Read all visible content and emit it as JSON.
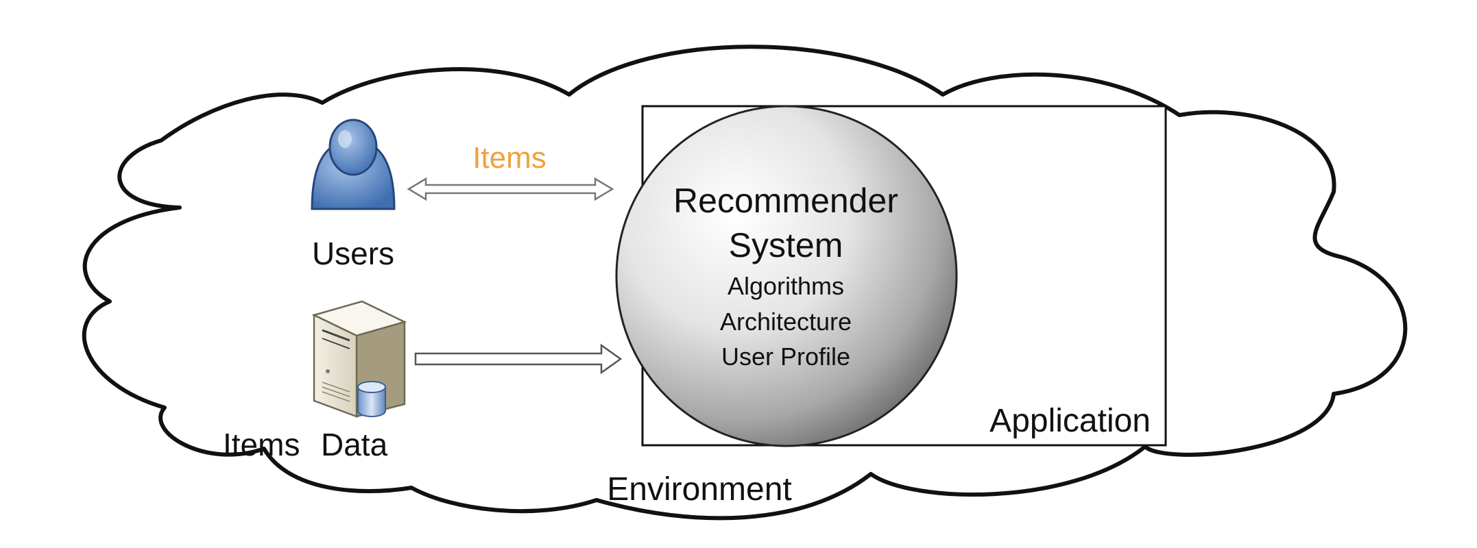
{
  "labels": {
    "flow_label": "Items",
    "users": "Users",
    "items": "Items",
    "data": "Data",
    "system_title_1": "Recommender",
    "system_title_2": "System",
    "system_item_1": "Algorithms",
    "system_item_2": "Architecture",
    "system_item_3": "User Profile",
    "application": "Application",
    "environment": "Environment"
  },
  "icons": {
    "users": "user-person-icon",
    "data": "server-database-icon"
  },
  "colors": {
    "flow_label": "#f0a040",
    "user_icon": "#5b86c4",
    "outline": "#111111",
    "background": "#ffffff"
  }
}
